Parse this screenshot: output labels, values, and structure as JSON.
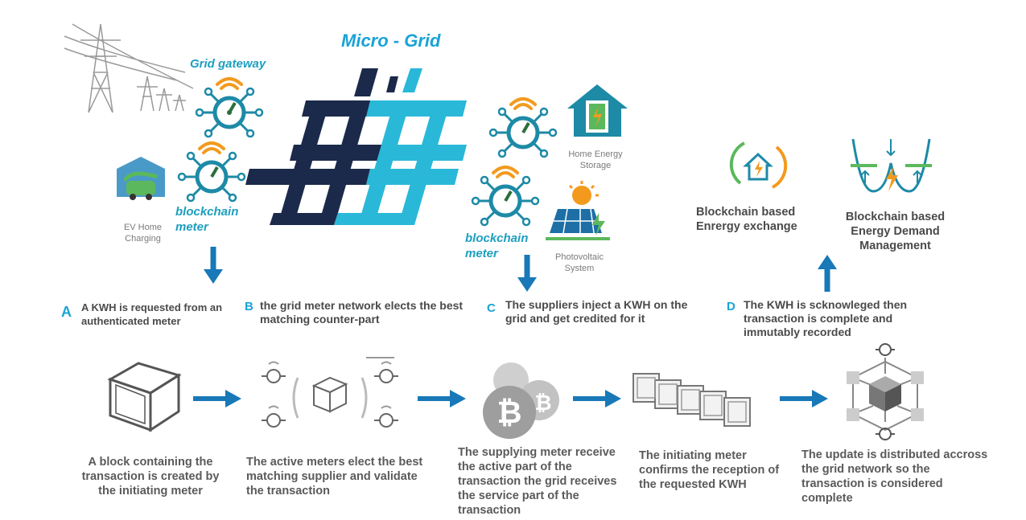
{
  "header": {
    "title": "Micro - Grid"
  },
  "top_labels": {
    "grid_gateway": "Grid gateway",
    "blockchain_meter_left": "blockchain meter",
    "blockchain_meter_right": "blockchain meter",
    "ev_home_charging": "EV Home Charging",
    "home_energy_storage": "Home Energy Storage",
    "photovoltaic_system": "Photovoltaic System"
  },
  "features": {
    "exchange": "Blockchain based Enrergy exchange",
    "demand": "Blockchain based Energy Demand Management"
  },
  "steps": [
    {
      "letter": "A",
      "text": "A KWH is requested from an authenticated meter"
    },
    {
      "letter": "B",
      "text": "the grid meter network elects the best matching counter-part"
    },
    {
      "letter": "C",
      "text": "The suppliers inject a KWH on the grid and get credited for it"
    },
    {
      "letter": "D",
      "text": "The KWH is scknowleged then transaction is complete and immutably recorded"
    }
  ],
  "flow": [
    {
      "text": "A block containing the transaction is created by the initiating meter"
    },
    {
      "text": "The active meters elect the best matching supplier and validate the transaction"
    },
    {
      "text": "The supplying meter receive the active part of the transaction the grid receives the service part of the transaction"
    },
    {
      "text": "The initiating meter confirms the reception of the requested KWH"
    },
    {
      "text": "The update is distributed accross the grid network so the transaction is considered complete"
    }
  ],
  "colors": {
    "accent_blue": "#1aa3d6",
    "teal": "#1d9fbf",
    "navy": "#1b2a4a",
    "cyan": "#29b8d8",
    "orange": "#f39a1e",
    "green": "#4caf50",
    "arrow_blue": "#1878b8"
  },
  "icons": [
    "transmission-tower-icon",
    "smart-meter-icon",
    "ev-charging-icon",
    "home-battery-icon",
    "solar-panel-icon",
    "energy-exchange-icon",
    "demand-management-icon",
    "block-cube-icon",
    "bitcoin-coins-icon",
    "block-chain-icon",
    "distributed-network-icon",
    "arrow-right-icon",
    "arrow-down-icon",
    "arrow-up-icon"
  ]
}
